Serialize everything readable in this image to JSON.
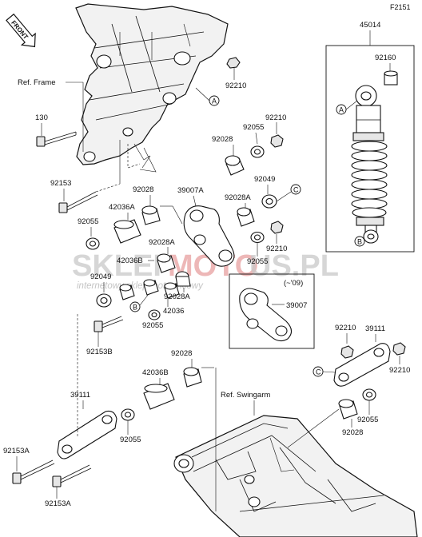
{
  "figure_code": "F2151",
  "front_label": "FRONT",
  "watermark": {
    "brand_left": "SKLEP",
    "brand_mid": "MOTO",
    "brand_right": "US.PL",
    "tagline": "internetowy sklep motocyklowy"
  },
  "labels": {
    "p45014": "45014",
    "p92160": "92160",
    "ref_frame": "Ref. Frame",
    "p92210_top": "92210",
    "p130": "130",
    "p92210_a": "92210",
    "p92055_a": "92055",
    "p92028_a": "92028",
    "p92153": "92153",
    "p92028_b": "92028",
    "p39007A": "39007A",
    "p92049_a": "92049",
    "p92028A_a": "92028A",
    "p42036A": "42036A",
    "p92055_b": "92055",
    "p92210_b": "92210",
    "p92028A_b": "92028A",
    "p42036B_a": "42036B",
    "p92055_c": "92055",
    "p92049_b": "92049",
    "p92028A_c": "92028A",
    "p42036": "42036",
    "p92055_d": "92055",
    "p92153B": "92153B",
    "p09": "(~'09)",
    "p39007": "39007",
    "p92210_c": "92210",
    "p39111_a": "39111",
    "p92210_d": "92210",
    "p92028_c": "92028",
    "p42036B_b": "42036B",
    "ref_swingarm": "Ref. Swingarm",
    "p39111_b": "39111",
    "p92055_e": "92055",
    "p92055_f": "92055",
    "p92028_d": "92028",
    "p92153A_a": "92153A",
    "p92153A_b": "92153A"
  },
  "callouts": {
    "a": "A",
    "b": "B",
    "c": "C"
  }
}
